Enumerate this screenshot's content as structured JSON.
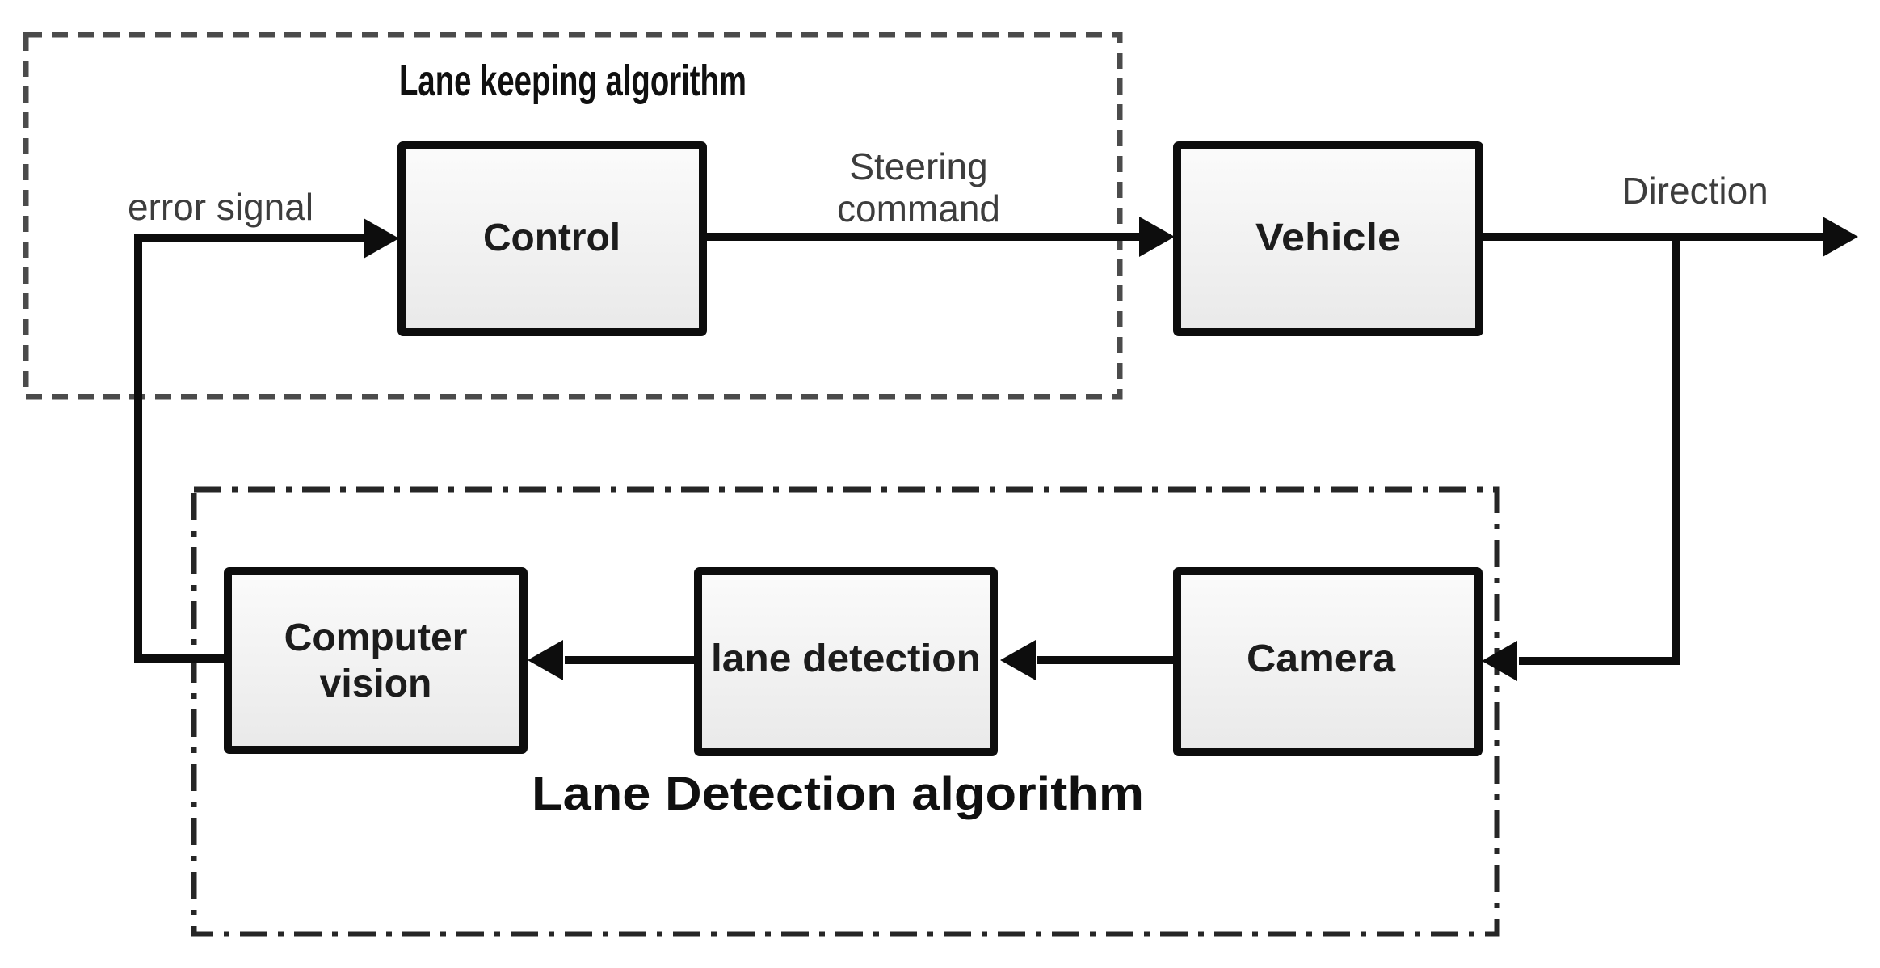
{
  "diagram": {
    "background": "#ffffff",
    "line_color": "#0d0d0d",
    "lane_keeping_group": {
      "title": "Lane keeping algorithm",
      "border_style": "dashed",
      "border_color": "#4b4b4b"
    },
    "lane_detection_group": {
      "title": "Lane Detection algorithm",
      "border_style": "dash-dot",
      "border_color": "#262626"
    },
    "blocks": {
      "control": {
        "label": "Control"
      },
      "vehicle": {
        "label": "Vehicle"
      },
      "computer_vision": {
        "label_line1": "Computer",
        "label_line2": "vision"
      },
      "lane_detection": {
        "label": "lane detection"
      },
      "camera": {
        "label": "Camera"
      }
    },
    "block_style": {
      "fill_top": "#fbfbfb",
      "fill_bottom": "#e9e9e9",
      "border_color": "#0d0d0d",
      "text_color": "#1c1c1c"
    },
    "signals": {
      "error": {
        "label": "error signal"
      },
      "steering": {
        "label_line1": "Steering",
        "label_line2": "command"
      },
      "direction": {
        "label": "Direction"
      }
    },
    "signal_text_color": "#3d3d3d"
  }
}
